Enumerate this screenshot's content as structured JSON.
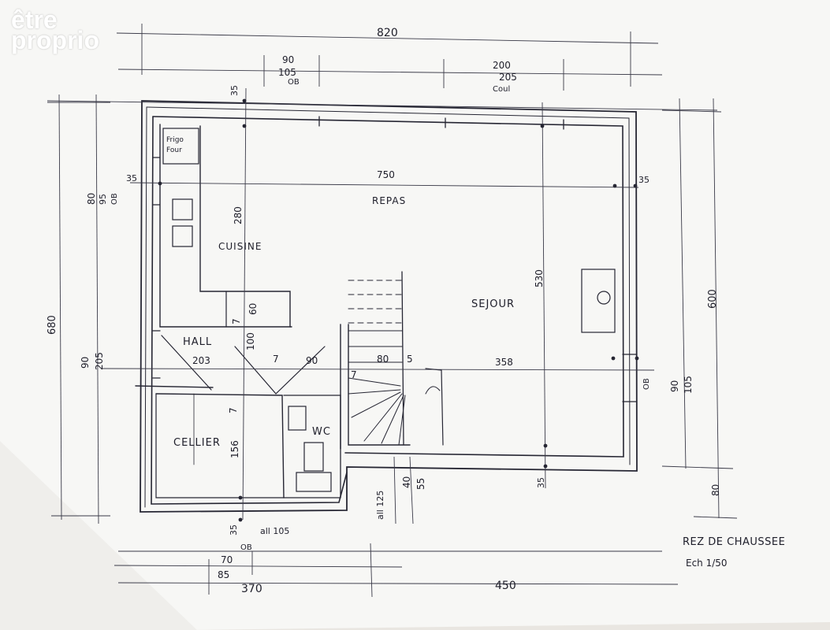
{
  "watermark": {
    "line1": "être",
    "line2": "proprio"
  },
  "plan": {
    "title": "REZ DE CHAUSSEE",
    "scale": "Ech 1/50",
    "rooms": {
      "kitchen": "CUISINE",
      "dining": "REPAS",
      "living": "SEJOUR",
      "hall": "HALL",
      "storage": "CELLIER",
      "wc": "WC"
    },
    "fixtures": {
      "fridge": "Frigo",
      "oven": "Four"
    },
    "dimensions": {
      "total_width": "820",
      "top_window_a": "90",
      "top_window_a2": "105",
      "top_window_a_note": "OB",
      "top_window_b": "200",
      "top_window_b2": "205",
      "top_window_b_note": "Coul",
      "wall_top": "35",
      "wall_left": "35",
      "wall_right": "35",
      "wall_bottom_a": "35",
      "wall_bottom_b": "35",
      "left_win_a": "80",
      "left_win_a2": "95",
      "left_win_a_note": "OB",
      "total_height_left": "680",
      "left_win_b": "90",
      "left_win_b2": "205",
      "kitchen_depth": "280",
      "living_depth": "530",
      "total_height_right": "600",
      "right_win_note": "OB",
      "right_win": "90",
      "right_win2": "105",
      "right_bottom": "80",
      "dining_height": "750",
      "counter": "60",
      "counter_wall": "7",
      "hall_width": "203",
      "hall_depth": "100",
      "partition_a": "7",
      "wc_width": "90",
      "stair_wall": "7",
      "stair_width": "80",
      "stair_gap": "5",
      "living_width": "358",
      "storage_wall": "7",
      "storage_depth": "156",
      "door_a": "40",
      "door_b": "55",
      "entry": "all 125",
      "bottom_all": "all 105",
      "bottom_win_note": "OB",
      "bottom_win": "70",
      "bottom_win2": "85",
      "bottom_left": "370",
      "bottom_right": "450"
    }
  }
}
